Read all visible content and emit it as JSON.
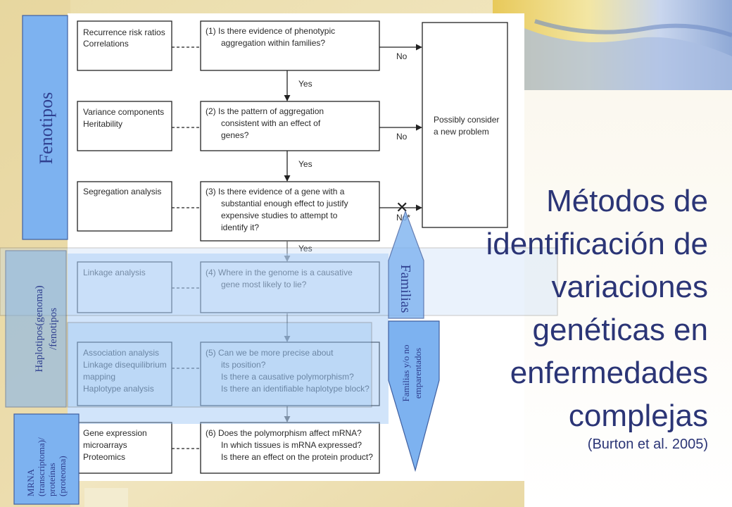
{
  "slide": {
    "title_lines": [
      "Métodos de",
      "identificación de",
      "variaciones",
      "genéticas en",
      "enfermedades",
      "complejas"
    ],
    "citation": "(Burton et al. 2005)"
  },
  "flow": {
    "left_boxes": [
      {
        "lines": [
          "Recurrence  risk ratios",
          "Correlations"
        ]
      },
      {
        "lines": [
          "Variance components",
          "Heritability"
        ]
      },
      {
        "lines": [
          "Segregation analysis"
        ]
      },
      {
        "lines": [
          "Linkage analysis"
        ]
      },
      {
        "lines": [
          "Association analysis",
          "Linkage disequilibrium",
          "mapping",
          "Haplotype analysis"
        ]
      },
      {
        "lines": [
          "Gene expression",
          "microarrays",
          "Proteomics"
        ]
      }
    ],
    "questions": [
      {
        "lines": [
          "(1) Is there evidence of phenotypic",
          "aggregation within families?"
        ]
      },
      {
        "lines": [
          "(2) Is the pattern of aggregation",
          "consistent with an effect of",
          "genes?"
        ]
      },
      {
        "lines": [
          "(3) Is there evidence of a gene with a",
          "substantial enough effect to justify",
          "expensive studies to attempt to",
          "identify it?"
        ]
      },
      {
        "lines": [
          "(4) Where in the genome is a causative",
          "gene most likely to lie?"
        ]
      },
      {
        "lines": [
          "(5) Can we be more precise about",
          "its position?",
          "Is there a causative polymorphism?",
          "Is there an identifiable haplotype block?"
        ]
      },
      {
        "lines": [
          "(6) Does the polymorphism affect mRNA?",
          "In which tissues is mRNA expressed?",
          "Is there an effect on the protein product?"
        ]
      }
    ],
    "yes_label": "Yes",
    "no_label": "No",
    "no_star_label": "No*",
    "cross_mark": "✕",
    "outcome_lines": [
      "Possibly consider",
      "a new problem"
    ]
  },
  "side_labels": {
    "fenotipos": "Fenotipos",
    "haplotipos_1": "Haplotipos(genoma)",
    "haplotipos_2": "/fenotipos",
    "familias": "Familias",
    "familias_emp_1": "Familias y/o no",
    "familias_emp_2": "emparentados",
    "mrna_lines": [
      "MRNA",
      "(transcriptoma)/",
      "proteínas",
      "(proteoma)"
    ]
  },
  "colors": {
    "title": "#2b3576",
    "side_text": "#2f3f8f",
    "side_fill": "#7db2f0",
    "side_stroke": "#3f5fa0",
    "overlay_fill": "#99c4f4"
  }
}
